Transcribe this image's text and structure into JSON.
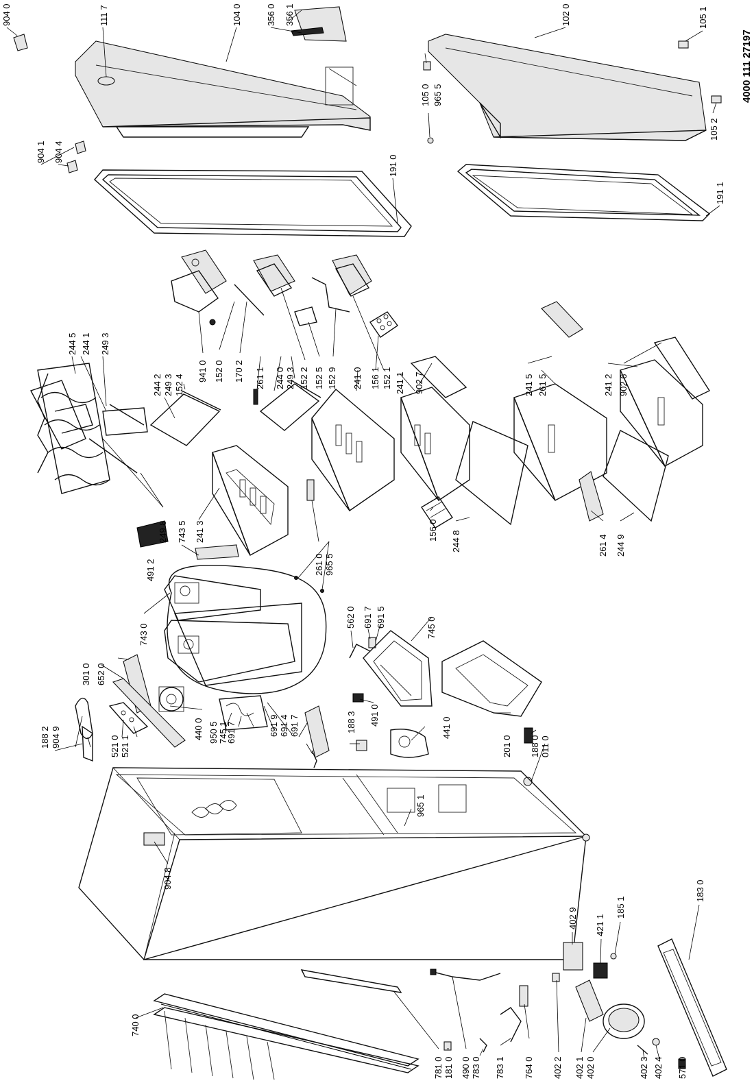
{
  "document_number": "4000 111 27197",
  "part_labels": [
    "904 0",
    "111 7",
    "104 0",
    "356 0",
    "356 1",
    "102 0",
    "105 1",
    "105 0",
    "965 5",
    "105 2",
    "904 1",
    "904 4",
    "191 0",
    "191 1",
    "244 5",
    "244 1",
    "249 3",
    "244 2",
    "249 3",
    "152 4",
    "941 0",
    "152 0",
    "170 2",
    "261 1",
    "244 0",
    "249 3",
    "152 2",
    "152 5",
    "152 9",
    "241 0",
    "156 1",
    "152 1",
    "241 1",
    "902 7",
    "261 5",
    "241 5",
    "241 2",
    "902 6",
    "249 8",
    "491 2",
    "743 5",
    "241 3",
    "261 0",
    "965 5",
    "156 0",
    "244 8",
    "261 4",
    "244 9",
    "743 0",
    "562 0",
    "691 7",
    "691 5",
    "745 0",
    "301 0",
    "652 0",
    "188 2",
    "904 9",
    "521 0",
    "521 1",
    "440 0",
    "950 5",
    "691 7",
    "745 1",
    "691 9",
    "691 4",
    "691 7",
    "188 3",
    "491 0",
    "441 0",
    "201 0",
    "188 0",
    "011 0",
    "965 1",
    "904 8",
    "402 9",
    "421 1",
    "185 1",
    "183 0",
    "740 0",
    "781 0",
    "181 0",
    "490 0",
    "783 0",
    "783 1",
    "764 0",
    "402 2",
    "402 1",
    "402 0",
    "402 3",
    "402 4",
    "571 0"
  ]
}
